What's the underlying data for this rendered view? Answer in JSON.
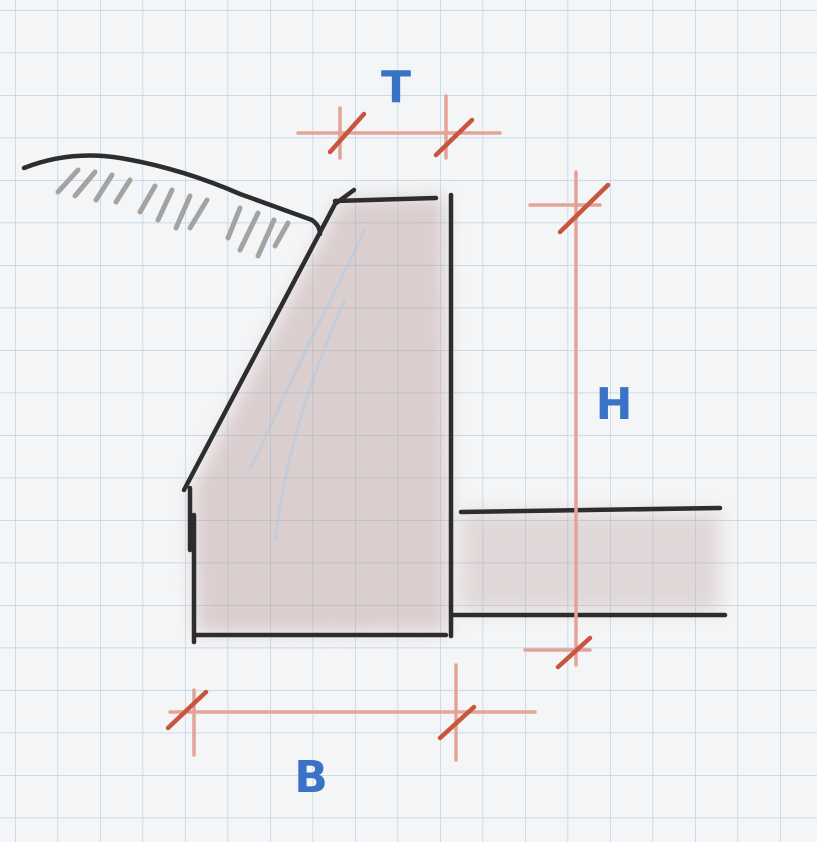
{
  "labels": {
    "top_width": "T",
    "height": "H",
    "base_width": "B"
  },
  "colors": {
    "paper": "#f4f5f6",
    "grid": "#b9d2ea",
    "ink": "#2d2d2f",
    "hatch": "#a3a3a3",
    "dimension": "#e3a396",
    "tick": "#c9553f",
    "label": "#3a72c6",
    "fill": "#b89a9a"
  }
}
